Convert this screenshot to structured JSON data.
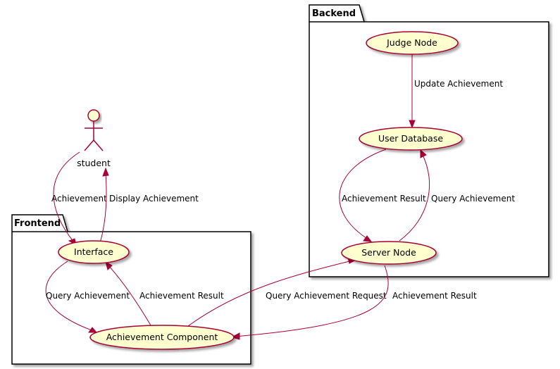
{
  "packages": {
    "frontend": {
      "title": "Frontend"
    },
    "backend": {
      "title": "Backend"
    }
  },
  "actor": {
    "label": "student"
  },
  "usecases": {
    "interface": "Interface",
    "achievement_component": "Achievement Component",
    "judge_node": "Judge Node",
    "user_database": "User Database",
    "server_node": "Server Node"
  },
  "edges": {
    "student_to_interface": "Achievement",
    "interface_to_student": "Display Achievement",
    "interface_to_component": "Query Achievement",
    "component_to_interface": "Achievement Result",
    "component_to_server": "Query Achievement Request",
    "server_to_component": "Achievement Result",
    "judge_to_database": "Update Achievement",
    "database_to_server": "Achievement Result",
    "server_to_database": "Query Achievement"
  },
  "colors": {
    "edge": "#A80036",
    "usecase_fill": "#FEFECE",
    "frame": "#000000"
  }
}
